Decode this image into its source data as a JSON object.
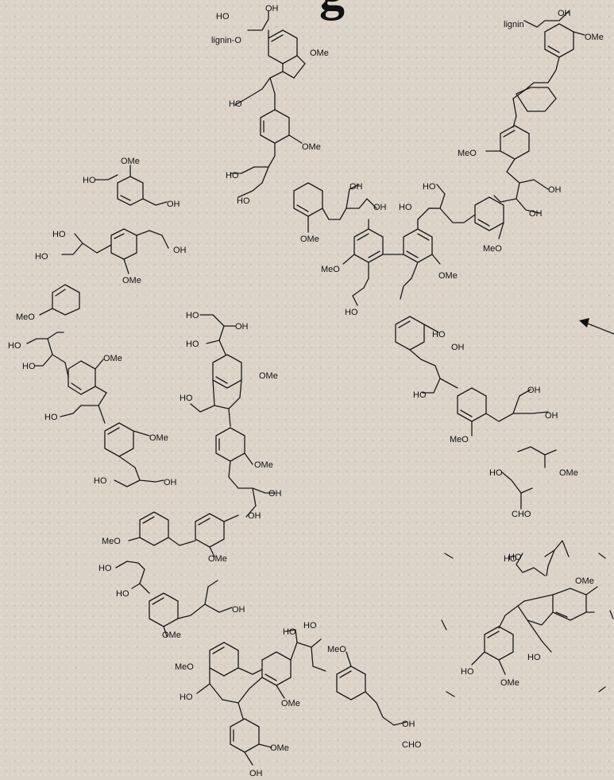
{
  "title_fragment": "g",
  "labels": [
    {
      "id": "l1",
      "text": "OH"
    },
    {
      "id": "l2",
      "text": "HO"
    },
    {
      "id": "l3",
      "text": "lignin-O"
    },
    {
      "id": "l4",
      "text": "OMe"
    },
    {
      "id": "l5",
      "text": "HO"
    },
    {
      "id": "l6",
      "text": "OMe"
    },
    {
      "id": "l7",
      "text": "HO"
    },
    {
      "id": "l8",
      "text": "HO"
    },
    {
      "id": "l9",
      "text": "OH"
    },
    {
      "id": "l10",
      "text": "OH"
    },
    {
      "id": "l11",
      "text": "HO"
    },
    {
      "id": "l12",
      "text": "HO"
    },
    {
      "id": "l13",
      "text": "OMe"
    },
    {
      "id": "l14",
      "text": "MeO"
    },
    {
      "id": "l15",
      "text": "OMe"
    },
    {
      "id": "l16",
      "text": "HO"
    },
    {
      "id": "l17",
      "text": "OH"
    },
    {
      "id": "l18",
      "text": "HO"
    },
    {
      "id": "l19",
      "text": "OH"
    },
    {
      "id": "l20",
      "text": "MeO"
    },
    {
      "id": "l21",
      "text": "OMe"
    },
    {
      "id": "l22",
      "text": "HO"
    },
    {
      "id": "l23",
      "text": "OH"
    },
    {
      "id": "l24",
      "text": "MeO"
    },
    {
      "id": "l25",
      "text": "lignin"
    },
    {
      "id": "l26",
      "text": "OH"
    },
    {
      "id": "l27",
      "text": "OMe"
    },
    {
      "id": "l28",
      "text": "MeO"
    },
    {
      "id": "l29",
      "text": "OH"
    },
    {
      "id": "l30",
      "text": "OH"
    },
    {
      "id": "l31",
      "text": "HO"
    },
    {
      "id": "l32",
      "text": "OMe"
    },
    {
      "id": "l33",
      "text": "HO"
    },
    {
      "id": "l34",
      "text": "OH"
    },
    {
      "id": "l35",
      "text": "HO"
    },
    {
      "id": "l36",
      "text": "HO"
    },
    {
      "id": "l37",
      "text": "HO"
    },
    {
      "id": "l38",
      "text": "HO"
    },
    {
      "id": "l39",
      "text": "OH"
    },
    {
      "id": "l40",
      "text": "MeO"
    },
    {
      "id": "l41",
      "text": "HO"
    },
    {
      "id": "l42",
      "text": "OMe"
    },
    {
      "id": "l43",
      "text": "HO"
    },
    {
      "id": "l44",
      "text": "OMe"
    },
    {
      "id": "l45",
      "text": "HO"
    },
    {
      "id": "l46",
      "text": "HO"
    },
    {
      "id": "l47",
      "text": "OH"
    },
    {
      "id": "l48",
      "text": "OMe"
    },
    {
      "id": "l49",
      "text": "OH"
    },
    {
      "id": "l50",
      "text": "HO"
    },
    {
      "id": "l51",
      "text": "OH"
    },
    {
      "id": "l52",
      "text": "HO"
    },
    {
      "id": "l53",
      "text": "OMe"
    },
    {
      "id": "l54",
      "text": "HO"
    },
    {
      "id": "l55",
      "text": "CHO"
    },
    {
      "id": "l56",
      "text": "HO"
    },
    {
      "id": "l57",
      "text": "OMe"
    },
    {
      "id": "l58",
      "text": "MeO"
    },
    {
      "id": "l59",
      "text": "OMe"
    },
    {
      "id": "l60",
      "text": "HO"
    },
    {
      "id": "l61",
      "text": "OH"
    },
    {
      "id": "l62",
      "text": "OH"
    },
    {
      "id": "l63",
      "text": "HO"
    },
    {
      "id": "l64",
      "text": "OMe"
    },
    {
      "id": "l65",
      "text": "HO"
    },
    {
      "id": "l66",
      "text": "HO"
    },
    {
      "id": "l67",
      "text": "MeO"
    },
    {
      "id": "l68",
      "text": "OMe"
    },
    {
      "id": "l69",
      "text": "MeO"
    },
    {
      "id": "l70",
      "text": "HO"
    },
    {
      "id": "l71",
      "text": "OMe"
    },
    {
      "id": "l72",
      "text": "OH"
    },
    {
      "id": "l73",
      "text": "CHO"
    },
    {
      "id": "l74",
      "text": "HO"
    },
    {
      "id": "l75",
      "text": "OMe"
    },
    {
      "id": "l76",
      "text": "OMe"
    },
    {
      "id": "l77",
      "text": "OH"
    }
  ]
}
